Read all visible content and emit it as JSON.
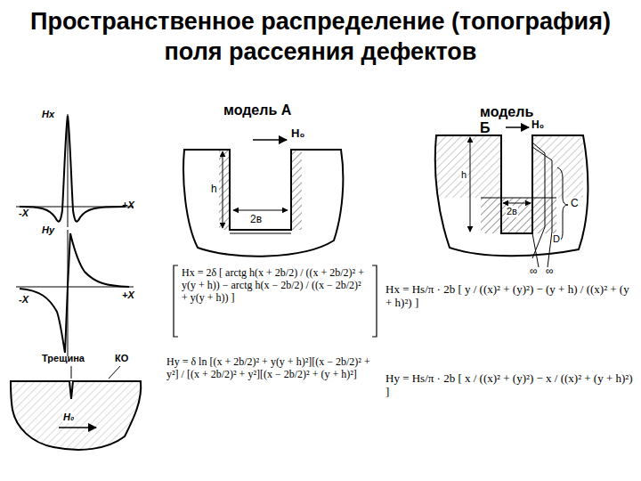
{
  "diagram": {
    "title": "Пространственное распределение (топография) поля рассеяния дефектов",
    "labels": [
      "Hx",
      "-X",
      "+X",
      "Hy",
      "-X",
      "+X",
      "Трещина",
      "КО",
      "H₀",
      "модель А",
      "H₀",
      "h",
      "2в",
      "модель Б",
      "H₀",
      "h",
      "2в",
      "C",
      "D",
      "∞",
      "∞",
      "Hx = 2δ [ arctg h(x + 2b/2) / ((x + 2b/2)² + y(y + h)) − arctg h(x − 2b/2) / ((x − 2b/2)² + y(y + h)) ]",
      "Hy = δ ln [(x + 2b/2)² + y(y + h)²][(x − 2b/2)² + y²] / [(x + 2b/2)² + y²][(x − 2b/2)² + (y + h)²]",
      "Hx = Hs/π · 2b [ y / ((x)² + (y)²) − (y + h) / ((x)² + (y + h)²) ]",
      "Hy = Hs/π · 2b [ x / ((x)² + (y)²) − x / ((x)² + (y + h)²) ]"
    ]
  }
}
